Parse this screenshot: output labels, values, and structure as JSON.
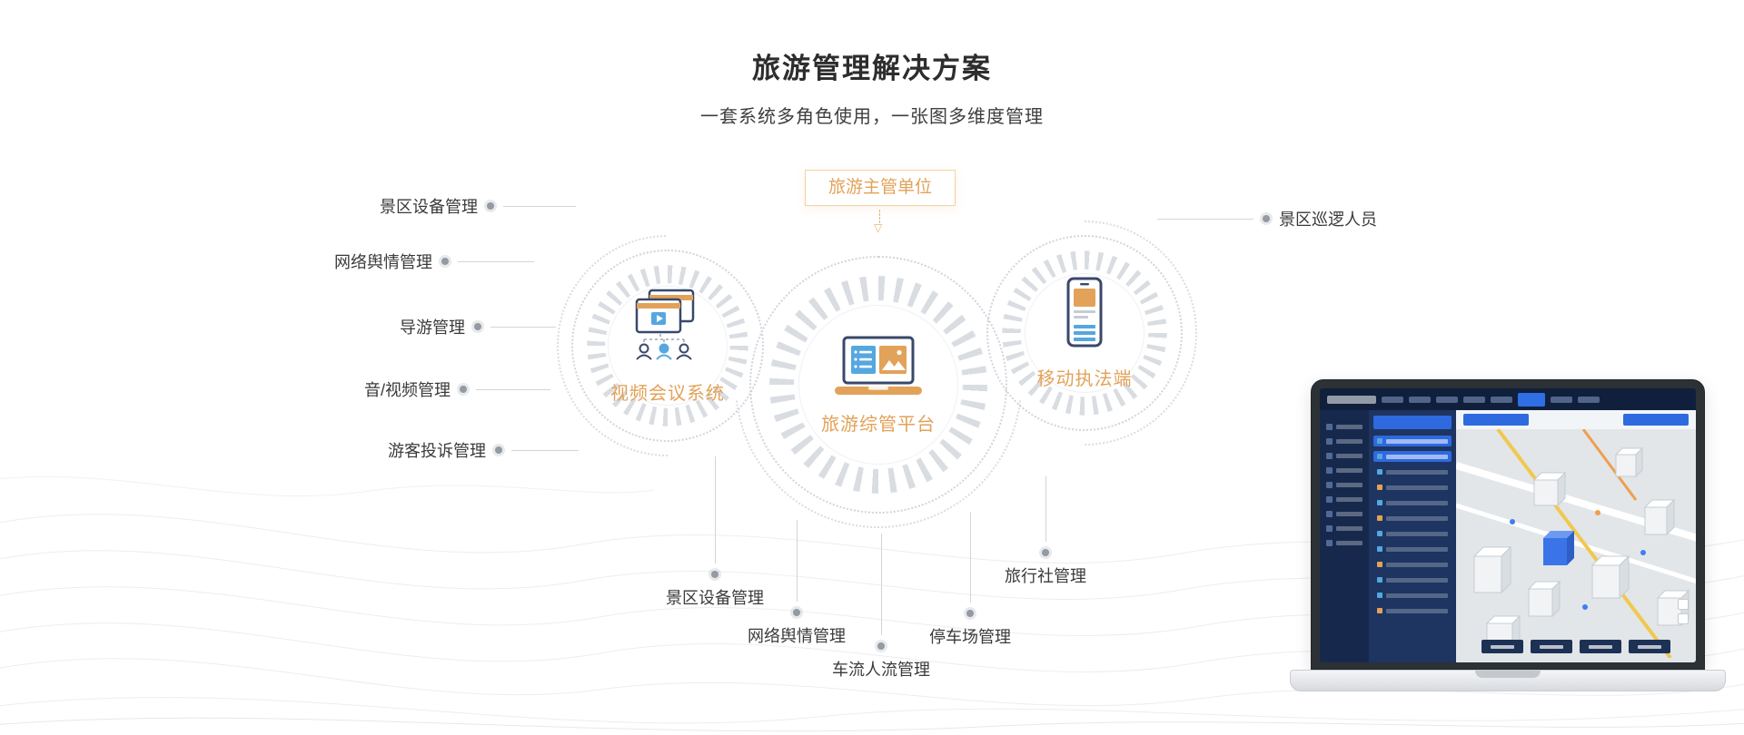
{
  "page": {
    "title": "旅游管理解决方案",
    "subtitle": "一套系统多角色使用，一张图多维度管理"
  },
  "diagram": {
    "authority_box": {
      "label": "旅游主管单位"
    },
    "nodes": [
      {
        "id": "video-conference",
        "label": "视频会议系统",
        "icon": "video-conference-icon"
      },
      {
        "id": "tourism-platform",
        "label": "旅游综管平台",
        "icon": "laptop-platform-icon"
      },
      {
        "id": "mobile-enforcement",
        "label": "移动执法端",
        "icon": "mobile-enforcement-icon"
      }
    ],
    "left_labels": [
      "景区设备管理",
      "网络舆情管理",
      "导游管理",
      "音/视频管理",
      "游客投诉管理"
    ],
    "right_labels": [
      "景区巡逻人员"
    ],
    "bottom_labels": [
      "景区设备管理",
      "网络舆情管理",
      "车流人流管理",
      "停车场管理",
      "旅行社管理"
    ]
  },
  "colors": {
    "accent_orange": "#E2A259",
    "icon_navy": "#39486B",
    "icon_blue": "#55A7E0",
    "line_gray": "#D2D5D9",
    "dot_gray": "#939AA3",
    "dashboard_navy": "#18294A",
    "dashboard_blue": "#2E69E0"
  }
}
